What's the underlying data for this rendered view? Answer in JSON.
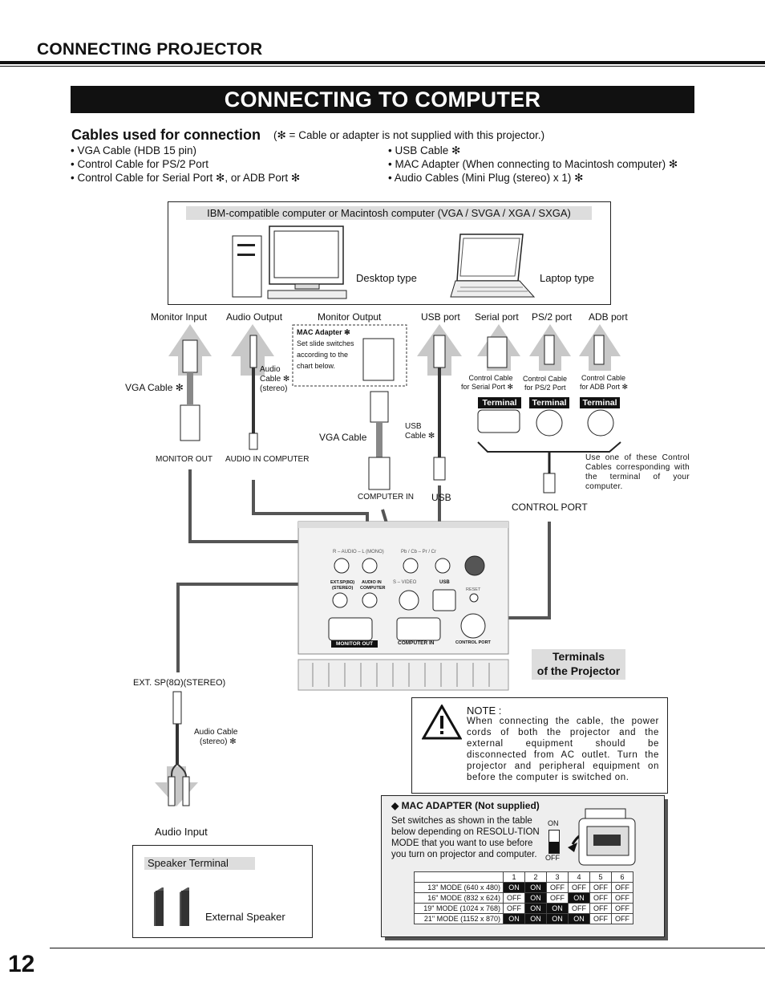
{
  "header": {
    "section_title": "CONNECTING PROJECTOR",
    "page_title": "CONNECTING TO COMPUTER",
    "page_number": "12"
  },
  "cables": {
    "heading": "Cables used for connection",
    "note": "(✻ = Cable or adapter is not supplied with this projector.)",
    "left": [
      "• VGA Cable (HDB 15 pin)",
      "• Control Cable for PS/2 Port",
      "• Control Cable for Serial Port ✻, or ADB Port ✻"
    ],
    "right": [
      "• USB Cable ✻",
      "• MAC Adapter (When connecting to Macintosh computer)  ✻",
      "• Audio Cables (Mini Plug (stereo) x 1) ✻"
    ]
  },
  "computer": {
    "caption": "IBM-compatible computer or Macintosh computer (VGA / SVGA / XGA / SXGA)",
    "desktop": "Desktop type",
    "laptop": "Laptop type"
  },
  "ports": {
    "monitor_input": "Monitor Input",
    "audio_output": "Audio Output",
    "monitor_output": "Monitor Output",
    "usb_port": "USB port",
    "serial_port": "Serial port",
    "ps2_port": "PS/2 port",
    "adb_port": "ADB port"
  },
  "mac_adapter_note": {
    "title": "MAC Adapter ✻",
    "line1": "Set slide switches",
    "line2": "according to the",
    "line3": "chart below."
  },
  "cable_labels": {
    "vga_left": "VGA Cable ✻",
    "audio_1": "Audio",
    "audio_2": "Cable ✻",
    "audio_3": "(stereo)",
    "vga_center": "VGA Cable",
    "usb_1": "USB",
    "usb_2": "Cable ✻",
    "ctrl_serial_1": "Control Cable",
    "ctrl_serial_2": "for Serial Port ✻",
    "ctrl_ps2_1": "Control Cable",
    "ctrl_ps2_2": "for PS/2 Port",
    "ctrl_adb_1": "Control Cable",
    "ctrl_adb_2": "for ADB Port ✻",
    "terminal": "Terminal",
    "control_note": "Use one of these Control Cables corresponding with the terminal of your computer."
  },
  "projector_labels": {
    "monitor_out": "MONITOR OUT",
    "audio_in_computer": "AUDIO IN COMPUTER",
    "computer_in": "COMPUTER IN",
    "usb": "USB",
    "control_port": "CONTROL PORT",
    "ext_sp": "EXT. SP(8Ω)(STEREO)",
    "terminals_1": "Terminals",
    "terminals_2": "of the Projector",
    "panel_monitor_out": "MONITOR  OUT",
    "panel_computer_in": "COMPUTER   IN",
    "panel_control_port": "CONTROL PORT",
    "panel_ext_sp": "EXT.SP(8Ω)",
    "panel_stereo": "(STEREO)",
    "panel_audio_in": "AUDIO  IN",
    "panel_computer": "COMPUTER",
    "panel_usb": "USB",
    "panel_reset": "RESET",
    "panel_audio_row": "R – AUDIO – L (MONO)",
    "panel_video_row": "Pb / Cb  –  Pr / Cr",
    "panel_svideo": "S – VIDEO"
  },
  "speaker": {
    "audio_cable_1": "Audio Cable",
    "audio_cable_2": "(stereo) ✻",
    "audio_input": "Audio Input",
    "terminal": "Speaker Terminal",
    "external": "External Speaker"
  },
  "note": {
    "title": "NOTE :",
    "text": "When connecting the cable, the power cords of both the projector and the external equipment should be disconnected from AC outlet.  Turn the projector and peripheral equipment on before the computer is switched on."
  },
  "mac_box": {
    "title": "◆ MAC ADAPTER (Not supplied)",
    "text": "Set switches as shown in the table below depending on RESOLU-TION MODE that you want to use before you turn on projector and computer.",
    "on": "ON",
    "off": "OFF",
    "columns": [
      "1",
      "2",
      "3",
      "4",
      "5",
      "6"
    ],
    "rows": [
      {
        "mode": "13\" MODE (640 x 480)",
        "values": [
          "ON",
          "ON",
          "OFF",
          "OFF",
          "OFF",
          "OFF"
        ]
      },
      {
        "mode": "16\" MODE (832 x 624)",
        "values": [
          "OFF",
          "ON",
          "OFF",
          "ON",
          "OFF",
          "OFF"
        ]
      },
      {
        "mode": "19\" MODE (1024 x 768)",
        "values": [
          "OFF",
          "ON",
          "ON",
          "OFF",
          "OFF",
          "OFF"
        ]
      },
      {
        "mode": "21\" MODE (1152 x 870)",
        "values": [
          "ON",
          "ON",
          "ON",
          "ON",
          "OFF",
          "OFF"
        ]
      }
    ]
  }
}
